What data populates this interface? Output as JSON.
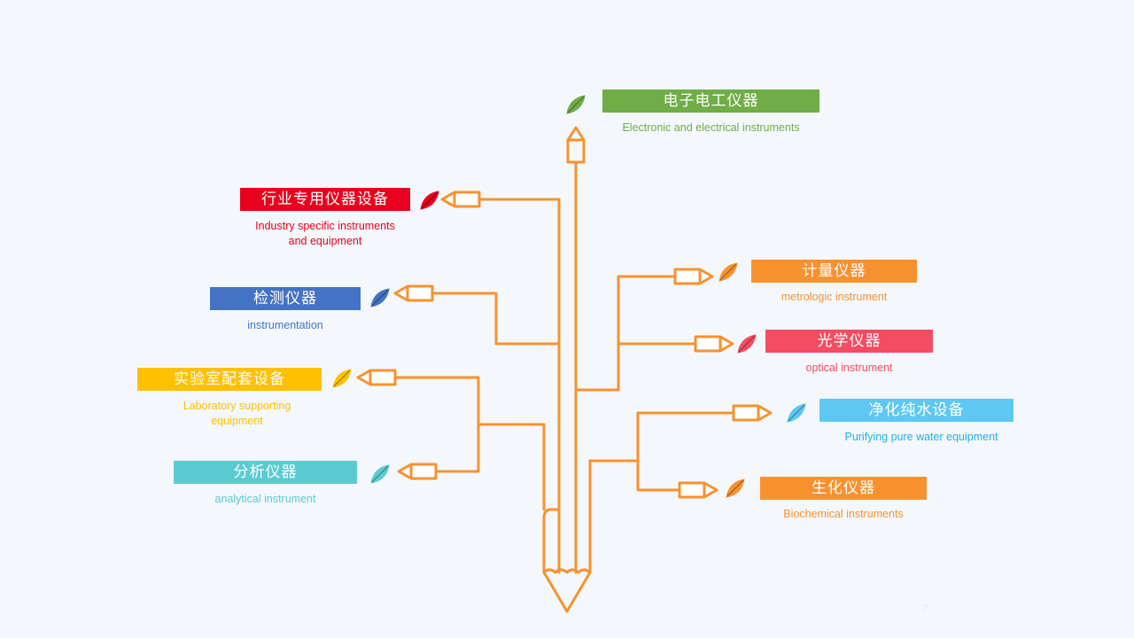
{
  "pencil_color": "#f7922f",
  "nodes": [
    {
      "id": "electronic",
      "cn": "电子电工仪器",
      "en": "Electronic and electrical instruments",
      "color": "#70ad47",
      "text_color": "#70ad47"
    },
    {
      "id": "industry",
      "cn": "行业专用仪器设备",
      "en": "Industry specific instruments\nand equipment",
      "color": "#e8001e",
      "text_color": "#e8001e"
    },
    {
      "id": "detection",
      "cn": "检测仪器",
      "en": "instrumentation",
      "color": "#4472c4",
      "text_color": "#4472c4"
    },
    {
      "id": "laboratory",
      "cn": "实验室配套设备",
      "en": "Laboratory supporting\nequipment",
      "color": "#ffc000",
      "text_color": "#ffc000"
    },
    {
      "id": "analytical",
      "cn": "分析仪器",
      "en": "analytical instrument",
      "color": "#5bcbd2",
      "text_color": "#5bcbd2"
    },
    {
      "id": "metrologic",
      "cn": "计量仪器",
      "en": "metrologic instrument",
      "color": "#f7922f",
      "text_color": "#f7922f"
    },
    {
      "id": "optical",
      "cn": "光学仪器",
      "en": "optical instrument",
      "color": "#f54b63",
      "text_color": "#f54b63"
    },
    {
      "id": "purifying",
      "cn": "净化纯水设备",
      "en": "Purifying pure water equipment",
      "color": "#5dc8f1",
      "text_color": "#1fb0e6"
    },
    {
      "id": "biochemical",
      "cn": "生化仪器",
      "en": "Biochemical instruments",
      "color": "#f7922f",
      "text_color": "#f7922f"
    }
  ],
  "page_number": "7"
}
